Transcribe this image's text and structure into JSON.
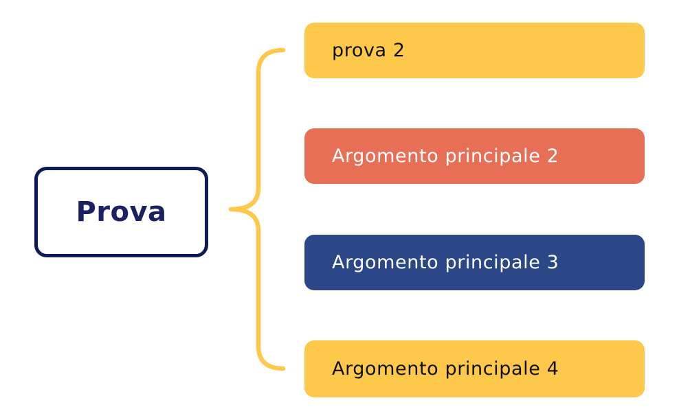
{
  "diagram": {
    "type": "mindmap",
    "root": {
      "label": "Prova",
      "bg": "#ffffff",
      "border_color": "#101A55",
      "text_color": "#1B2161"
    },
    "children": [
      {
        "label": "prova 2",
        "bg": "#FEC84B",
        "text_color": "#111111"
      },
      {
        "label": "Argomento principale 2",
        "bg": "#E76F55",
        "text_color": "#FFFFFF"
      },
      {
        "label": "Argomento principale 3",
        "bg": "#2B4787",
        "text_color": "#FFFFFF"
      },
      {
        "label": "Argomento principale 4",
        "bg": "#FEC84B",
        "text_color": "#111111"
      }
    ],
    "connector": {
      "shape": "curly-brace",
      "color": "#FEC84B"
    }
  }
}
